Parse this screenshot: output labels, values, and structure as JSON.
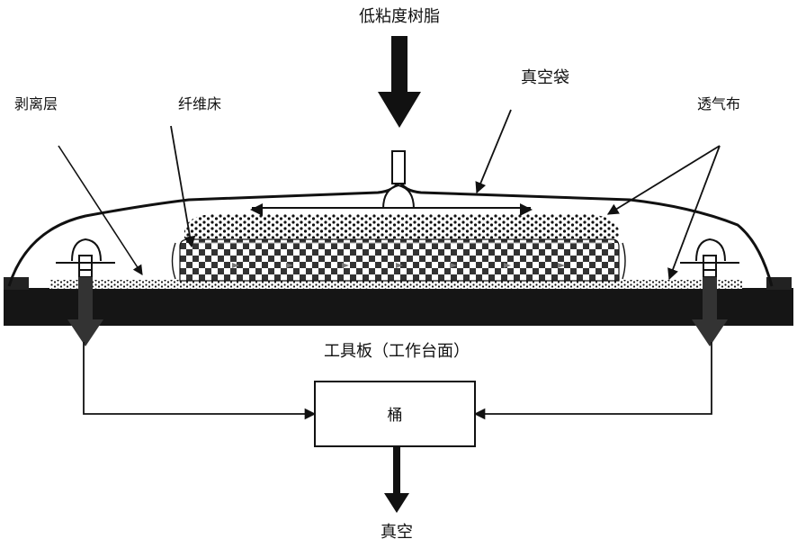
{
  "diagram": {
    "labels": {
      "resin": "低粘度树脂",
      "vacuum_bag": "真空袋",
      "peel_ply": "剥离层",
      "fiber_bed": "纤维床",
      "breather": "透气布",
      "tool_plate": "工具板（工作台面）",
      "bucket": "桶",
      "vacuum": "真空"
    },
    "colors": {
      "ink": "#111111",
      "tool_plate": "#151515",
      "checker_dark": "#333333",
      "checker_light": "#ffffff",
      "background": "#ffffff"
    }
  }
}
